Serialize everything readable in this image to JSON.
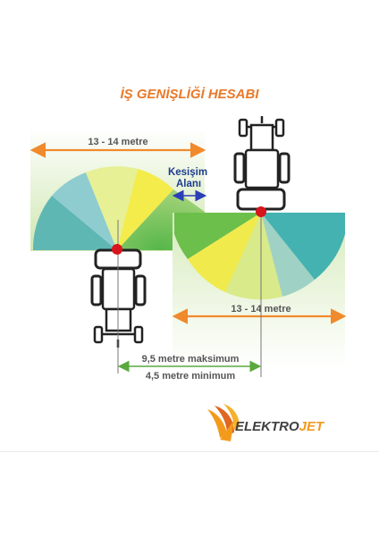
{
  "title": "İŞ GENİŞLİĞİ HESABI",
  "overlap": {
    "line1": "Kesişim",
    "line2": "Alanı"
  },
  "spray_width_left": "13 - 14 metre",
  "spray_width_right": "13 - 14 metre",
  "distance_max": "9,5 metre maksimum",
  "distance_min": "4,5 metre minimum",
  "brand": {
    "part1": "ELEKTRO",
    "part2": "JET"
  },
  "colors": {
    "title": "#e8792a",
    "arrow": "#f08a2c",
    "overlap_text": "#1d3d8f",
    "overlap_arrow": "#2a3fb5",
    "nozzle": "#d8141c",
    "label_text": "#555555",
    "brand_dark": "#404040",
    "brand_orange": "#f39a1c"
  },
  "icons": [
    "tractor-left",
    "tractor-right",
    "nozzle-dot",
    "elektrojet-logo"
  ]
}
